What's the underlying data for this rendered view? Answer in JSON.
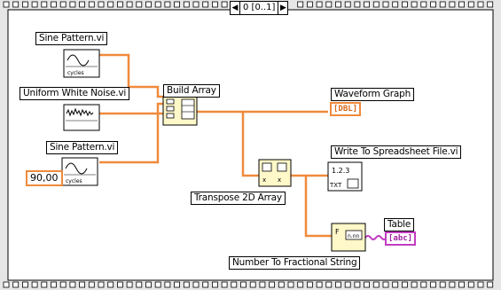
{
  "case_selector": {
    "left_arrow": "◀",
    "value": "0 [0..1]",
    "right_arrow": "▶"
  },
  "nodes": {
    "sine_pattern_1": "Sine Pattern.vi",
    "uniform_white_noise": "Uniform White Noise.vi",
    "sine_pattern_2": "Sine Pattern.vi",
    "build_array": "Build Array",
    "waveform_graph": "Waveform Graph",
    "write_to_spreadsheet": "Write To Spreadsheet File.vi",
    "transpose_2d": "Transpose 2D Array",
    "table": "Table",
    "number_to_fractional": "Number To Fractional String"
  },
  "constant_value": "90,00",
  "terminals": {
    "dbl": "[DBL]",
    "abc": "[abc]"
  },
  "colors": {
    "wire_orange": "#f08a3c",
    "wire_purple": "#c23cc2",
    "frame_gray": "#e6e6e6"
  }
}
